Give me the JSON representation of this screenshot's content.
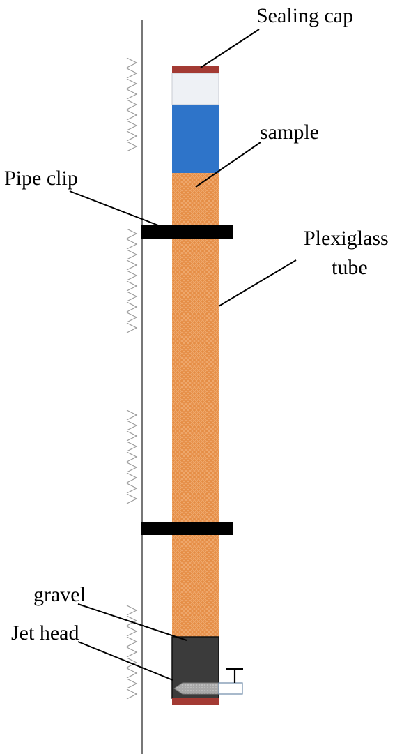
{
  "labels": {
    "sealing_cap": "Sealing cap",
    "sample": "sample",
    "pipe_clip": "Pipe clip",
    "plexiglass_line1": "Plexiglass",
    "plexiglass_line2": "tube",
    "gravel": "gravel",
    "jet_head": "Jet head"
  },
  "colors": {
    "cap": "#a33a33",
    "empty_space": "#eef1f5",
    "water": "#2e74c9",
    "sample": "#e58d45",
    "sample_mesh": "#f2b27a",
    "clip": "#000000",
    "gravel": "#3b3b3b",
    "jet_head": "#a8a8a8",
    "wall": "#555555"
  },
  "icons": {
    "wall_hatch": "hatch-icon",
    "valve": "valve-icon"
  }
}
